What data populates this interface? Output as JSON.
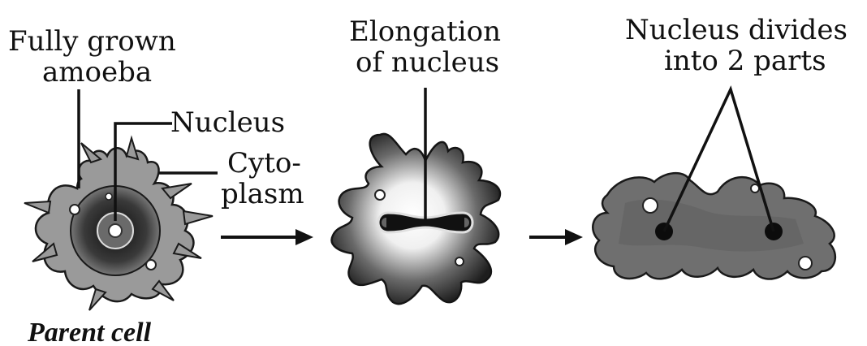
{
  "stages": [
    {
      "labels": {
        "top": [
          "Fully grown",
          "amoeba"
        ],
        "nucleus": "Nucleus",
        "cytoplasm": [
          "Cyto-",
          "plasm"
        ],
        "caption": "Parent cell"
      }
    },
    {
      "labels": {
        "top": [
          "Elongation",
          "of nucleus"
        ]
      }
    },
    {
      "labels": {
        "top": [
          "Nucleus divides",
          "into 2 parts"
        ]
      }
    }
  ],
  "colors": {
    "ink": "#111111",
    "cytoplasm_light": "#9a9a9a",
    "cytoplasm_dark": "#2a2a2a",
    "background": "#ffffff"
  }
}
